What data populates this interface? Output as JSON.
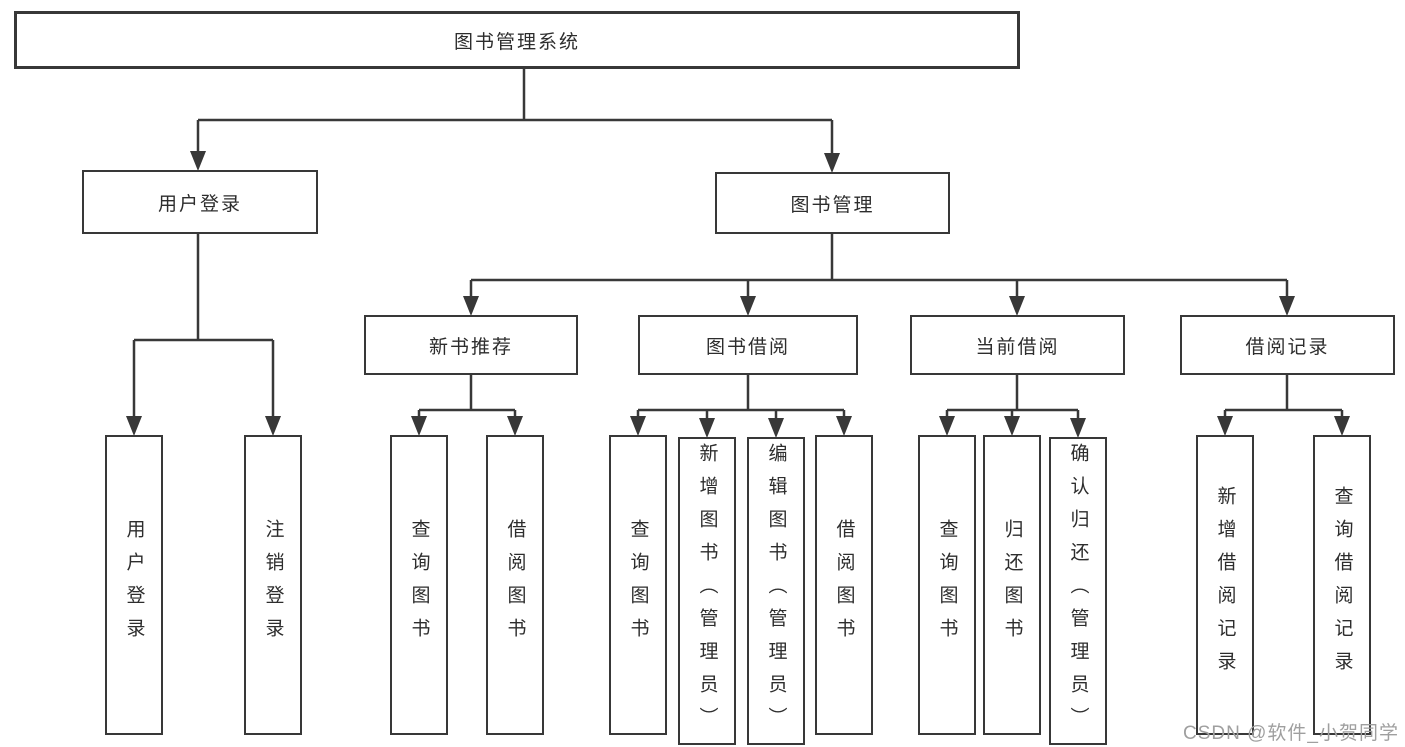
{
  "diagram": {
    "root": {
      "label": "图书管理系统"
    },
    "branches": [
      {
        "label": "用户登录",
        "leaves": [
          {
            "label": "用户登录"
          },
          {
            "label": "注销登录"
          }
        ]
      },
      {
        "label": "图书管理",
        "sections": [
          {
            "label": "新书推荐",
            "leaves": [
              {
                "label": "查询图书"
              },
              {
                "label": "借阅图书"
              }
            ]
          },
          {
            "label": "图书借阅",
            "leaves": [
              {
                "label": "查询图书"
              },
              {
                "label": "新增图书（管理员）"
              },
              {
                "label": "编辑图书（管理员）"
              },
              {
                "label": "借阅图书"
              }
            ]
          },
          {
            "label": "当前借阅",
            "leaves": [
              {
                "label": "查询图书"
              },
              {
                "label": "归还图书"
              },
              {
                "label": "确认归还（管理员）"
              }
            ]
          },
          {
            "label": "借阅记录",
            "leaves": [
              {
                "label": "新增借阅记录"
              },
              {
                "label": "查询借阅记录"
              }
            ]
          }
        ]
      }
    ],
    "watermark": "CSDN @软件_小贺同学",
    "colors": {
      "line": "#383838",
      "text": "#2d2d2d",
      "box_background": "#ffffff",
      "watermark": "#9f9f9f"
    }
  }
}
